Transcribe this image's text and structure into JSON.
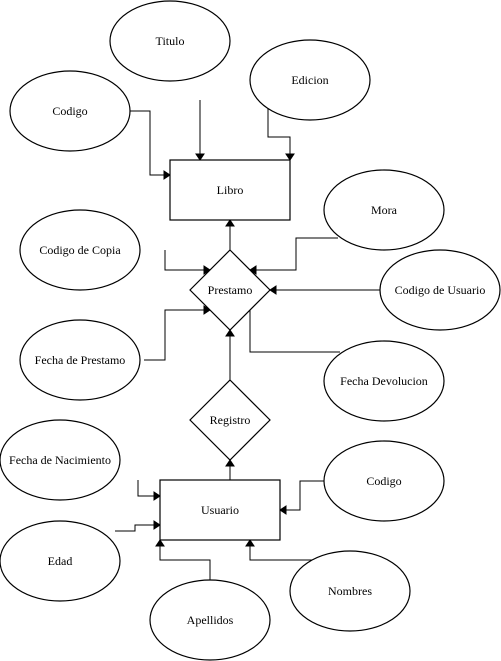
{
  "diagram": {
    "entities": {
      "libro": "Libro",
      "usuario": "Usuario"
    },
    "relationships": {
      "prestamo": "Prestamo",
      "registro": "Registro"
    },
    "attributes": {
      "titulo": "Titulo",
      "edicion": "Edicion",
      "codigo_libro": "Codigo",
      "mora": "Mora",
      "codigo_copia": "Codigo de Copia",
      "codigo_usuario": "Codigo de Usuario",
      "fecha_prestamo": "Fecha de Prestamo",
      "fecha_devolucion": "Fecha Devolucion",
      "fecha_nacimiento": "Fecha de Nacimiento",
      "codigo_usuario_attr": "Codigo",
      "edad": "Edad",
      "nombres": "Nombres",
      "apellidos": "Apellidos"
    }
  }
}
